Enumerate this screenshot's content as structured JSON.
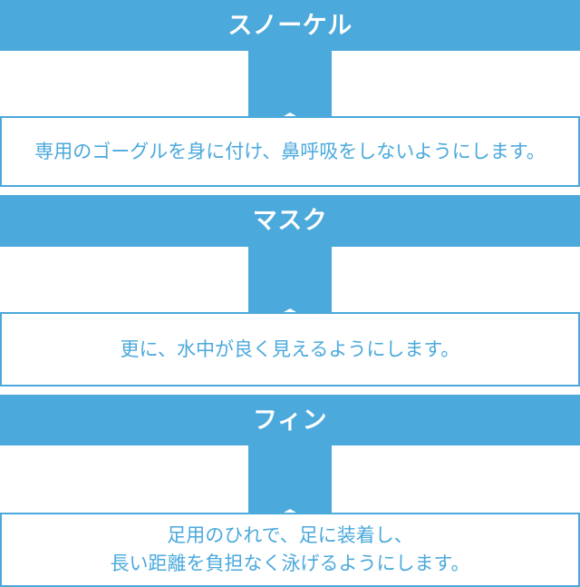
{
  "colors": {
    "accent": "#4BA9DC",
    "text_on_accent": "#FFFFFF",
    "background": "#FFFFFF"
  },
  "diagram": {
    "kind": "vertical-step-flowchart",
    "steps": [
      {
        "title": "スノーケル",
        "description": "専用のゴーグルを身に付け、鼻呼吸をしないようにします。"
      },
      {
        "title": "マスク",
        "description": "更に、水中が良く見えるようにします。"
      },
      {
        "title": "フィン",
        "description": "足用のひれで、足に装着し、\n長い距離を負担なく泳げるようにします。"
      }
    ]
  }
}
